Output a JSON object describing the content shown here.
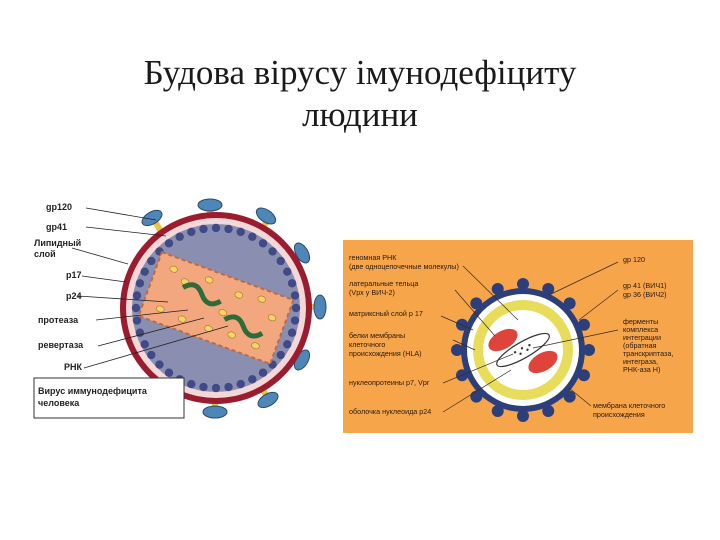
{
  "slide": {
    "title_line1": "Будова вірусу імунодефіциту",
    "title_line2": "людини"
  },
  "figure_left": {
    "labels": [
      "gp120",
      "gp41",
      "Липидный",
      "слой",
      "p17",
      "p24",
      "протеаза",
      "ревертаза",
      "РНК"
    ],
    "caption_line1": "Вирус иммунодефицита",
    "caption_line2": "человека",
    "colors": {
      "envelope": "#9b1c2e",
      "interior": "#8a8fb2",
      "capsid": "#f2a77e",
      "rna": "#2e6b3a",
      "glycoprotein": "#4f86b8",
      "stalk": "#e8c545"
    }
  },
  "figure_right": {
    "left_labels": [
      "геномная РНК",
      "(две одноцепочечные молекулы)",
      "латеральные тельца",
      "(Vpx у ВИЧ-2)",
      "матриксный слой р 17",
      "белки мембраны",
      "клеточного",
      "происхождения (HLA)",
      "нуклеопротеины р7, Vpr",
      "оболочка нуклеоида р24"
    ],
    "right_labels": [
      "gp 120",
      "gp 41 (ВИЧ1)",
      "gp 36 (ВИЧ2)",
      "ферменты",
      "комплекса",
      "интеграции",
      "(обратная",
      "транскриптаза,",
      "интеграза,",
      "РНК-аза Н)",
      "мембрана клеточного",
      "происхождения"
    ],
    "colors": {
      "background": "#f7a54a",
      "membrane": "#2d3f7a",
      "matrix": "#e8dd5a",
      "core": "#ffffff",
      "bodies": "#e0433a"
    }
  }
}
